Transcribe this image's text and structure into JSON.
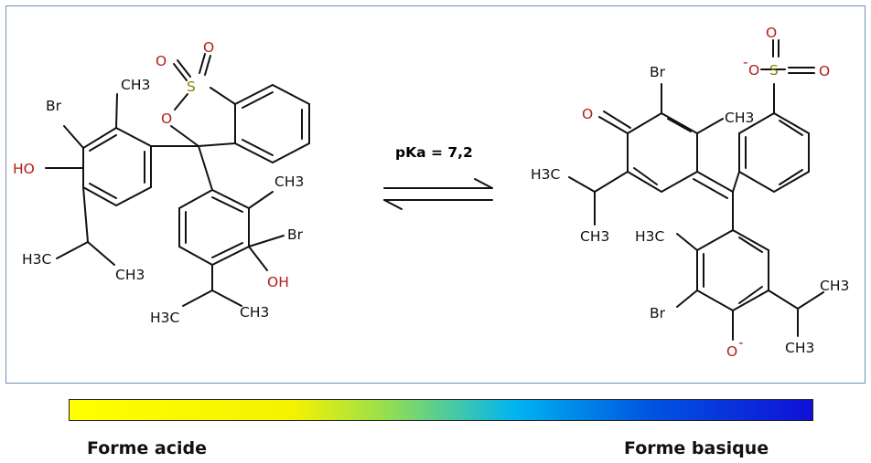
{
  "equilibrium_label": "pKa = 7,2",
  "acid_form": {
    "atoms": {
      "s": "S",
      "o_top1": "O",
      "o_top2": "O",
      "o_ring": "O",
      "br1": "Br",
      "ch3_1": "CH3",
      "oh1": "HO",
      "h3c_1": "H3C",
      "ch3_1b": "CH3",
      "ch3_2": "CH3",
      "br2": "Br",
      "oh2": "OH",
      "h3c_2": "H3C",
      "ch3_2b": "CH3"
    }
  },
  "basic_form": {
    "atoms": {
      "so3_o1": "O",
      "so3_o2": "O",
      "so3_o3": "O",
      "so3_minus": "-",
      "so3_s": "S",
      "br1": "Br",
      "o_keto": "O",
      "ch3_1": "CH3",
      "h3c_1": "H3C",
      "ch3_1b": "CH3",
      "h3c_2": "H3C",
      "br2": "Br",
      "o_minus": "O",
      "o_minus_charge": "-",
      "ch3_2": "CH3",
      "ch3_2b": "CH3"
    }
  },
  "color_scale": {
    "stops": [
      "#ffff00",
      "#f5f200",
      "#9be04a",
      "#00b4f0",
      "#0055e0",
      "#1010d8"
    ],
    "left_label": "Forme acide",
    "right_label": "Forme basique"
  }
}
